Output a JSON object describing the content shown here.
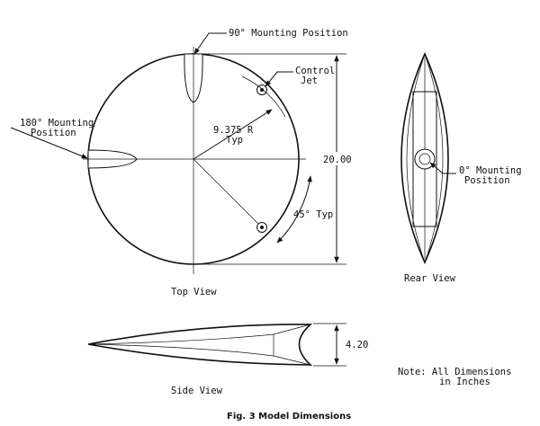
{
  "top_view": {
    "caption": "Top View",
    "label_90": "90° Mounting Position",
    "label_180_line1": "180° Mounting",
    "label_180_line2": "Position",
    "label_control_line1": "Control",
    "label_control_line2": "Jet",
    "label_radius_line1": "9.375 R",
    "label_radius_line2": "Typ",
    "label_angle": "45° Typ",
    "label_diameter": "20.00"
  },
  "rear_view": {
    "caption": "Rear View",
    "label_0_line1": "0° Mounting",
    "label_0_line2": "Position"
  },
  "side_view": {
    "caption": "Side View",
    "label_height": "4.20"
  },
  "note": {
    "line1": "Note:  All Dimensions",
    "line2": "in Inches"
  },
  "figure_caption": "Fig. 3  Model Dimensions"
}
